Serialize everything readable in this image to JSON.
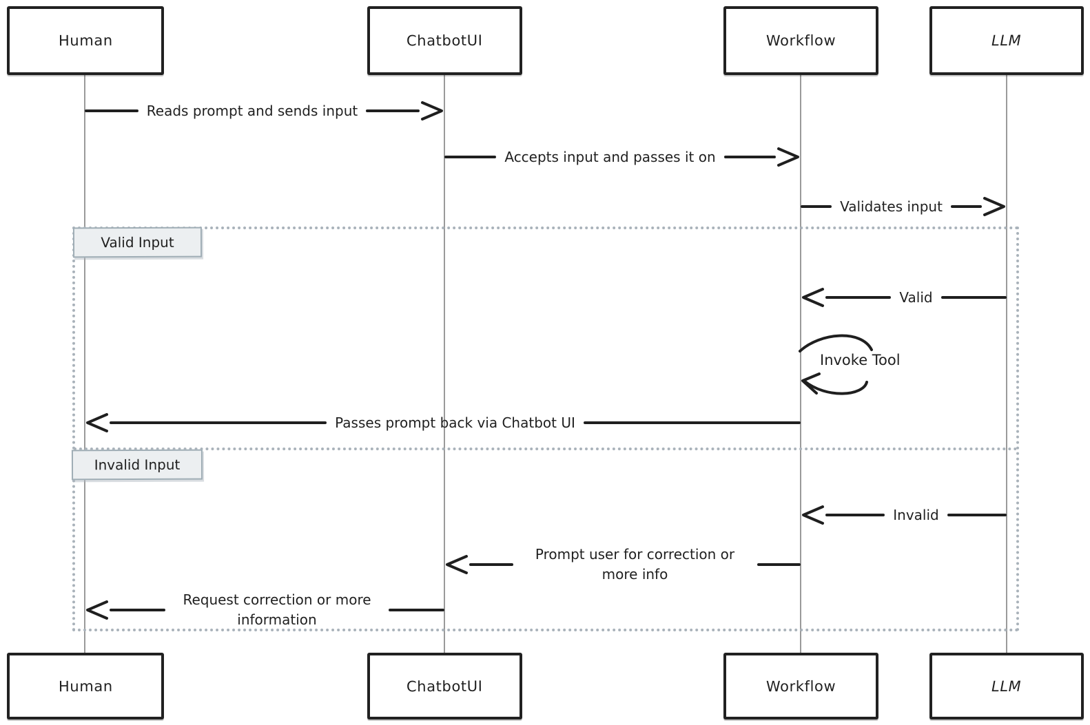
{
  "diagram_type": "sequence-diagram",
  "actors": [
    {
      "id": "human",
      "label": "Human"
    },
    {
      "id": "chatbotui",
      "label": "ChatbotUI"
    },
    {
      "id": "workflow",
      "label": "Workflow"
    },
    {
      "id": "llm",
      "label": "LLM"
    }
  ],
  "messages": [
    {
      "from": "Human",
      "to": "ChatbotUI",
      "label": "Reads prompt and sends input"
    },
    {
      "from": "ChatbotUI",
      "to": "Workflow",
      "label": "Accepts input and passes it on"
    },
    {
      "from": "Workflow",
      "to": "LLM",
      "label": "Validates input"
    },
    {
      "from": "LLM",
      "to": "Workflow",
      "label": "Valid"
    },
    {
      "from": "Workflow",
      "to": "Workflow",
      "label": "Invoke Tool"
    },
    {
      "from": "Workflow",
      "to": "Human",
      "label": "Passes prompt back via Chatbot UI"
    },
    {
      "from": "LLM",
      "to": "Workflow",
      "label": "Invalid"
    },
    {
      "from": "Workflow",
      "to": "ChatbotUI",
      "label": "Prompt user for correction or more info"
    },
    {
      "from": "ChatbotUI",
      "to": "Human",
      "label": "Request correction or more information"
    }
  ],
  "frames": [
    {
      "label": "Valid Input"
    },
    {
      "label": "Invalid Input"
    }
  ],
  "colors": {
    "ink": "#1f1f1f",
    "lifeline": "#9a9a9a",
    "frame_border": "#a9b2ba",
    "frame_label_fill": "#eceff1",
    "frame_label_border": "#9fadb5",
    "background": "#ffffff"
  }
}
